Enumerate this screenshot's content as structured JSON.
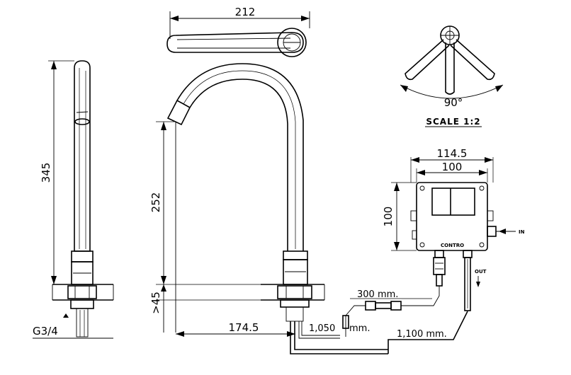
{
  "dimensions": {
    "top_width": "212",
    "height_side": "345",
    "height_spout": "252",
    "depth_min": ">45",
    "reach": "174.5",
    "box_width_outer": "114.5",
    "box_width_inner": "100",
    "box_height": "100",
    "thread": "G3/4"
  },
  "cables": {
    "c300": "300 mm.",
    "c1050": "1,050",
    "c1050_unit": "mm.",
    "c1100": "1,100 mm."
  },
  "rotation": {
    "angle": "90°",
    "scale": "SCALE 1:2"
  },
  "box_labels": {
    "in": "IN",
    "out": "OUT",
    "brand": "CONTRO"
  }
}
